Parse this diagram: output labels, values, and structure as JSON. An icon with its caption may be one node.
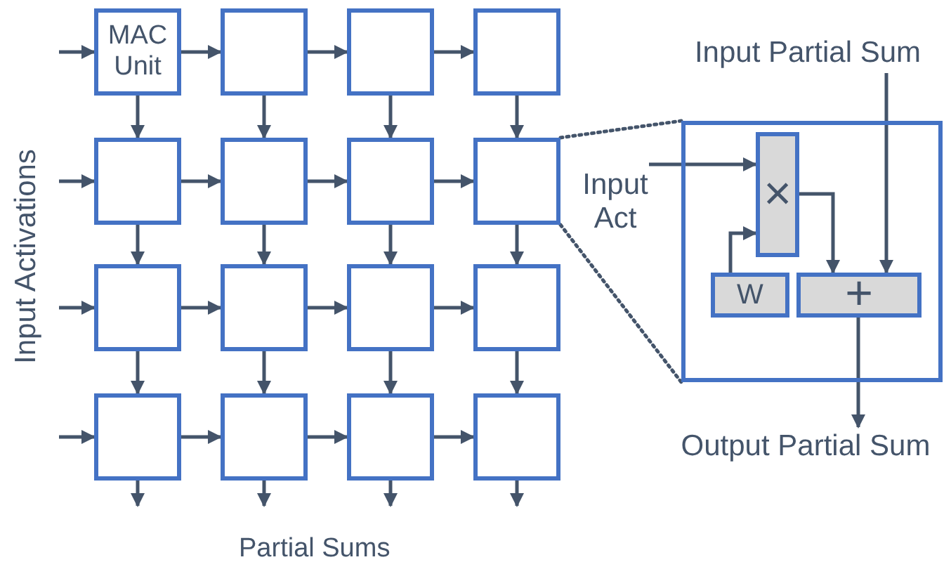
{
  "diagram": {
    "nodes": [
      {
        "text": [
          "MAC Unit"
        ]
      },
      {
        "text": [],
        "shape": "box"
      },
      {
        "text": [],
        "shape": "box"
      },
      {
        "text": [],
        "shape": "box"
      },
      {
        "text": [],
        "shape": "box"
      },
      {
        "text": [],
        "shape": "box"
      },
      {
        "text": [],
        "shape": "box"
      },
      {
        "text": [],
        "shape": "box"
      },
      {
        "text": [],
        "shape": "box"
      },
      {
        "text": [],
        "shape": "box"
      },
      {
        "text": [],
        "shape": "box"
      },
      {
        "text": [],
        "shape": "box"
      },
      {
        "text": [],
        "shape": "box"
      },
      {
        "text": [],
        "shape": "box"
      },
      {
        "text": [],
        "shape": "box"
      },
      {
        "text": [],
        "shape": "box"
      },
      {
        "text": [],
        "shape": "box"
      },
      {
        "text": [
          "×"
        ],
        "in": 16
      },
      {
        "text": [
          "W"
        ],
        "in": 16
      },
      {
        "text": [
          "+"
        ],
        "in": 16
      },
      {
        "text": [
          "Input Act"
        ]
      },
      {
        "text": [
          "Input Partial Sum"
        ]
      },
      {
        "text": [
          "Output Partial Sum"
        ]
      }
    ],
    "edges": [
      {
        "from": null,
        "to": 0,
        "arrow": "to"
      },
      {
        "from": 0,
        "to": 1,
        "arrow": "to"
      },
      {
        "from": 1,
        "to": 2,
        "arrow": "to"
      },
      {
        "from": 2,
        "to": 3,
        "arrow": "to"
      },
      {
        "from": null,
        "to": 4,
        "arrow": "to"
      },
      {
        "from": 4,
        "to": 5,
        "arrow": "to"
      },
      {
        "from": 5,
        "to": 6,
        "arrow": "to"
      },
      {
        "from": 6,
        "to": 7,
        "arrow": "to"
      },
      {
        "from": null,
        "to": 8,
        "arrow": "to"
      },
      {
        "from": 8,
        "to": 9,
        "arrow": "to"
      },
      {
        "from": 9,
        "to": 10,
        "arrow": "to"
      },
      {
        "from": 10,
        "to": 11,
        "arrow": "to"
      },
      {
        "from": null,
        "to": 12,
        "arrow": "to"
      },
      {
        "from": 12,
        "to": 13,
        "arrow": "to"
      },
      {
        "from": 13,
        "to": 14,
        "arrow": "to"
      },
      {
        "from": 14,
        "to": 15,
        "arrow": "to"
      },
      {
        "from": 0,
        "to": 4,
        "arrow": "to"
      },
      {
        "from": 1,
        "to": 5,
        "arrow": "to"
      },
      {
        "from": 2,
        "to": 6,
        "arrow": "to"
      },
      {
        "from": 3,
        "to": 7,
        "arrow": "to"
      },
      {
        "from": 4,
        "to": 8,
        "arrow": "to"
      },
      {
        "from": 5,
        "to": 9,
        "arrow": "to"
      },
      {
        "from": 6,
        "to": 10,
        "arrow": "to"
      },
      {
        "from": 7,
        "to": 11,
        "arrow": "to"
      },
      {
        "from": 8,
        "to": 12,
        "arrow": "to"
      },
      {
        "from": 9,
        "to": 13,
        "arrow": "to"
      },
      {
        "from": 10,
        "to": 14,
        "arrow": "to"
      },
      {
        "from": 11,
        "to": 15,
        "arrow": "to"
      },
      {
        "from": 12,
        "to": null,
        "arrow": "to"
      },
      {
        "from": 13,
        "to": null,
        "arrow": "to"
      },
      {
        "from": 14,
        "to": null,
        "arrow": "to"
      },
      {
        "from": 15,
        "to": null,
        "arrow": "to"
      },
      {
        "from": 7,
        "to": 16,
        "arrow": "none",
        "style": "dashed"
      },
      {
        "from": 7,
        "to": 16,
        "arrow": "none",
        "style": "dashed"
      },
      {
        "from": 20,
        "to": 17,
        "arrow": "to"
      },
      {
        "from": 18,
        "to": 17,
        "arrow": "to"
      },
      {
        "from": 17,
        "to": 19,
        "arrow": "to"
      },
      {
        "from": 21,
        "to": 19,
        "arrow": "to"
      },
      {
        "from": 19,
        "to": 22,
        "arrow": "to"
      }
    ],
    "labels": [
      "Input Activations",
      "Partial Sums"
    ]
  }
}
